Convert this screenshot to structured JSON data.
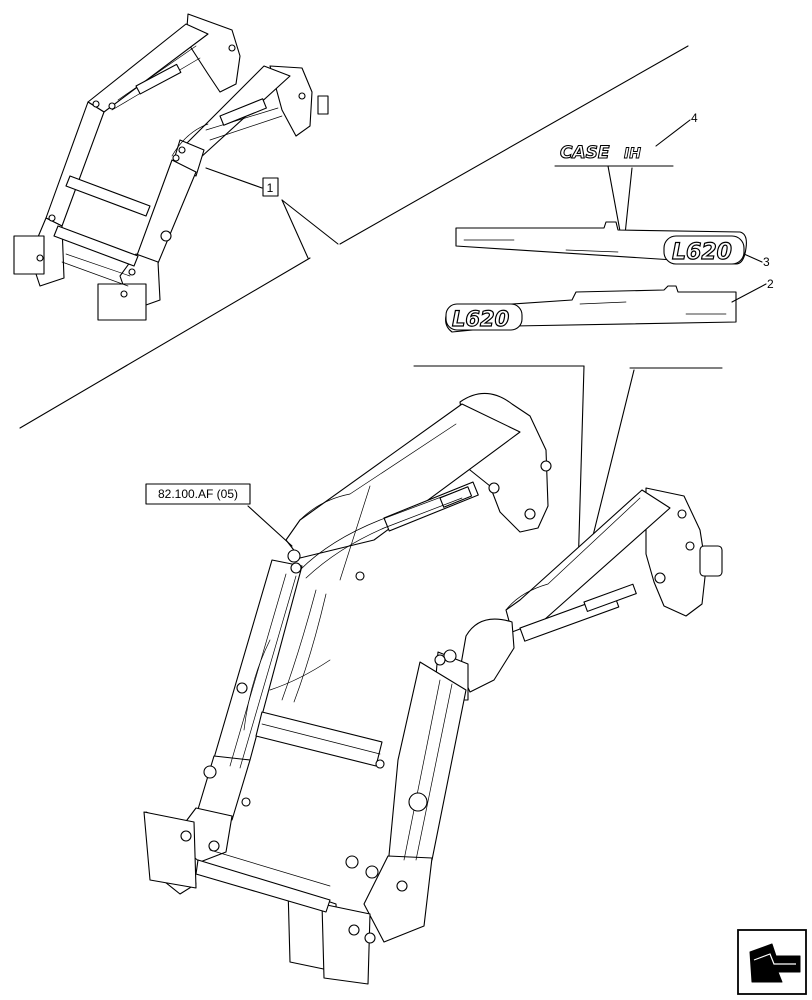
{
  "callouts": {
    "item1": "1",
    "item2": "2",
    "item3": "3",
    "item4": "4"
  },
  "decals": {
    "brand": "CASE",
    "brand_mark": "IH",
    "model_right": "L620",
    "model_left": "L620"
  },
  "reference": {
    "label": "82.100.AF (05)"
  },
  "icons": {
    "navigation": "next-page-arrow-icon"
  }
}
